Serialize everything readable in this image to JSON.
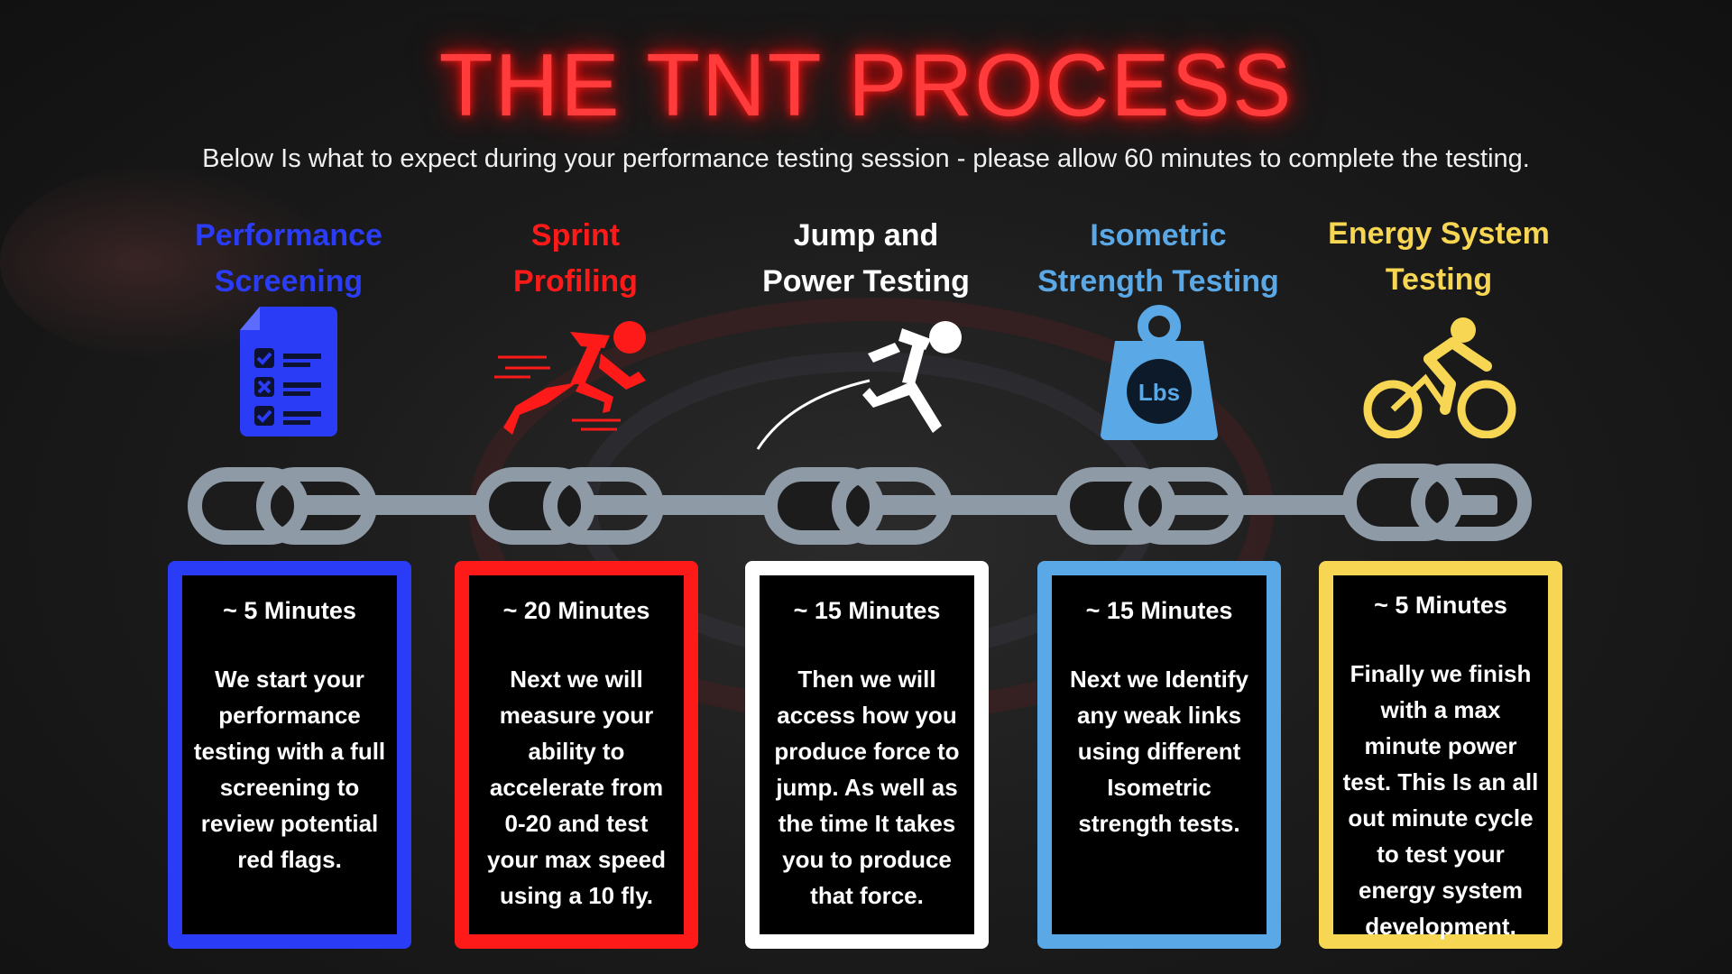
{
  "title": "THE TNT PROCESS",
  "subtitle": "Below Is what to expect during your performance testing session - please allow 60 minutes to complete the testing.",
  "colors": {
    "title": "#ff3b3b",
    "blue": "#2a3cf5",
    "red": "#ff1a1a",
    "white": "#ffffff",
    "lightblue": "#5aa9e6",
    "yellow": "#f6d652",
    "chain": "#8e9aa6"
  },
  "steps": [
    {
      "title_line1": "Performance",
      "title_line2": "Screening",
      "icon": "checklist-icon",
      "time": "~ 5 Minutes",
      "description": "We start your performance testing with a full screening to review potential red flags."
    },
    {
      "title_line1": "Sprint",
      "title_line2": "Profiling",
      "icon": "sprinter-icon",
      "time": "~ 20 Minutes",
      "description": "Next we will measure your ability to accelerate from 0-20 and test your max speed using a 10 fly."
    },
    {
      "title_line1": "Jump and",
      "title_line2": "Power Testing",
      "icon": "jumper-icon",
      "time": "~ 15 Minutes",
      "description": "Then we will access how you produce force to jump. As well as the time It takes you to produce that force."
    },
    {
      "title_line1": "Isometric",
      "title_line2": "Strength Testing",
      "icon": "weight-icon",
      "icon_label": "Lbs",
      "time": "~ 15 Minutes",
      "description": "Next we Identify any weak links using different Isometric strength tests."
    },
    {
      "title_line1": "Energy System",
      "title_line2": "Testing",
      "icon": "cyclist-icon",
      "time": "~ 5 Minutes",
      "description": "Finally we finish with a max minute power test. This Is an all out minute cycle to test your energy system development."
    }
  ]
}
